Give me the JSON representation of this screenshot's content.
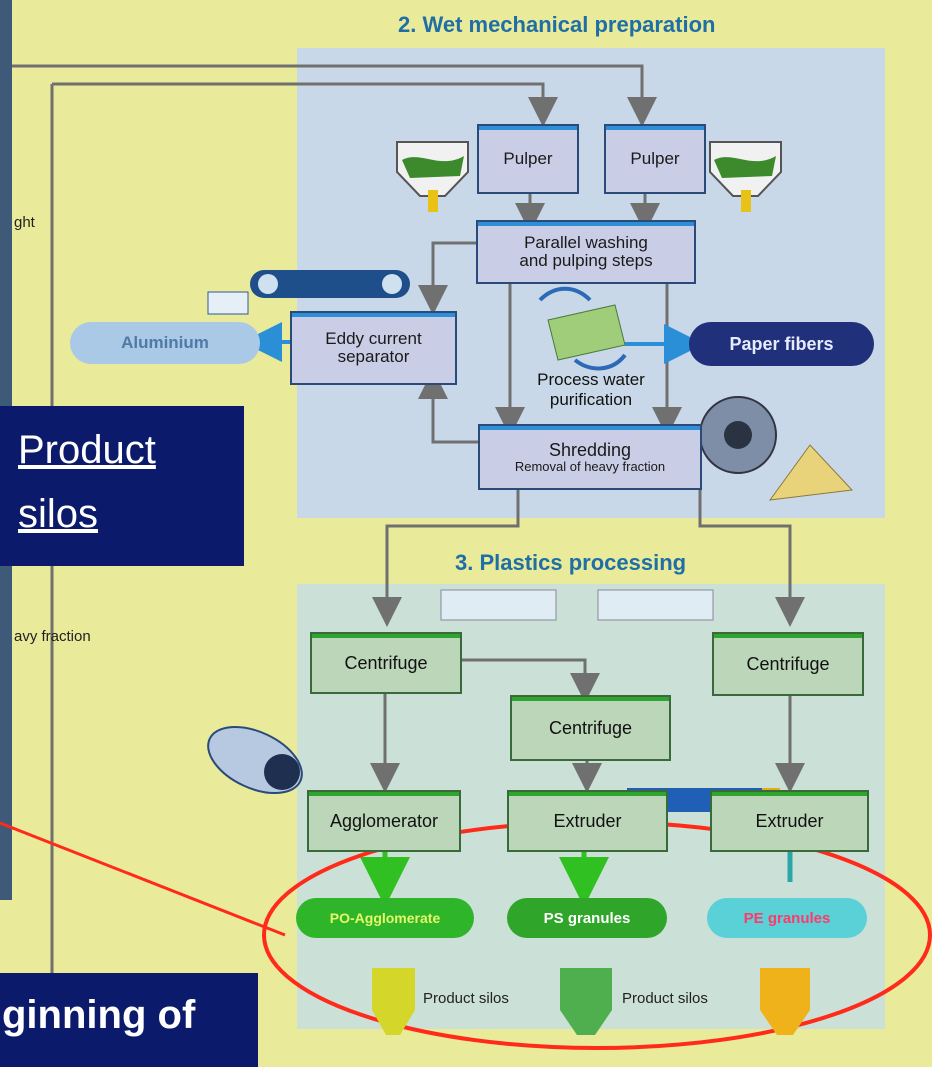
{
  "sections": {
    "wet": "2. Wet mechanical preparation",
    "plastics": "3. Plastics processing"
  },
  "wet_boxes": {
    "pulper_left": "Pulper",
    "pulper_right": "Pulper",
    "parallel_line1": "Parallel washing",
    "parallel_line2": "and pulping steps",
    "eddy_line1": "Eddy current",
    "eddy_line2": "separator",
    "process_line1": "Process water",
    "process_line2": "purification",
    "shredding_line1": "Shredding",
    "shredding_line2": "Removal of heavy fraction"
  },
  "outputs": {
    "aluminium": "Aluminium",
    "paper_fibers": "Paper fibers"
  },
  "plastic_boxes": {
    "centrifuge_left": "Centrifuge",
    "centrifuge_mid": "Centrifuge",
    "centrifuge_right": "Centrifuge",
    "agglomerator": "Agglomerator",
    "extruder_mid": "Extruder",
    "extruder_right": "Extruder"
  },
  "products": {
    "po": "PO-Agglomerate",
    "ps": "PS granules",
    "pe": "PE granules",
    "silos_1": "Product silos",
    "silos_2": "Product silos"
  },
  "left_fragments": {
    "ght": "ght",
    "heavy_fraction": "avy fraction"
  },
  "overlays": {
    "product_silos_line1": "Product",
    "product_silos_line2": "silos",
    "beginning_of": "ginning of"
  },
  "colors": {
    "highlight_ellipse": "#ff2a1a",
    "navy": "#0c1a6b",
    "flow_arrow_blue": "#2a8fd6",
    "flow_arrow_green": "#31c021"
  }
}
